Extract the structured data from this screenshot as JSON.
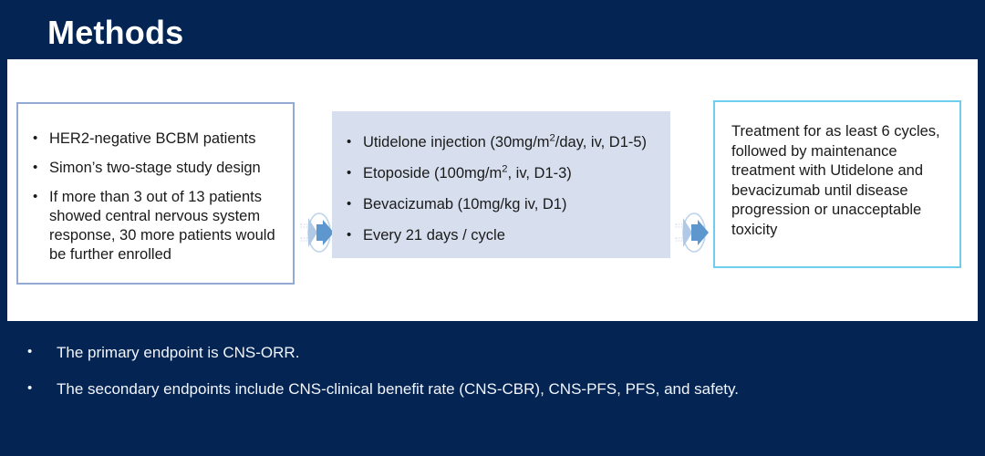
{
  "slide": {
    "title": "Methods",
    "background_color": "#042454",
    "panel_color": "#FFFFFF"
  },
  "diagram": {
    "left_box": {
      "border_color": "#93AAD4",
      "fill_color": "#FFFFFF",
      "bullets": [
        "HER2-negative BCBM patients",
        "Simon’s two-stage study design",
        "If more than 3 out of 13 patients showed central nervous system response, 30 more patients would be further enrolled"
      ]
    },
    "middle_box": {
      "fill_color": "#D7DFEE",
      "bullets": [
        {
          "prefix": "Utidelone injection (30mg/m",
          "sup": "2",
          "suffix": "/day, iv, D1-5)"
        },
        {
          "prefix": "Etoposide (100mg/m",
          "sup": "2",
          "suffix": ", iv, D1-3)"
        },
        {
          "prefix": "Bevacizumab (10mg/kg iv, D1)",
          "sup": "",
          "suffix": ""
        },
        {
          "prefix": "Every 21 days / cycle",
          "sup": "",
          "suffix": ""
        }
      ]
    },
    "right_box": {
      "border_color": "#6FCDEE",
      "fill_color": "#FFFFFF",
      "text": "Treatment for as least 6 cycles, followed by maintenance treatment with Utidelone and bevacizumab until disease progression or unacceptable toxicity"
    },
    "arrows": [
      {
        "name": "arrow-left-to-middle",
        "direction": "right"
      },
      {
        "name": "arrow-middle-to-right",
        "direction": "right"
      }
    ]
  },
  "endpoints": {
    "items": [
      "The primary endpoint is CNS-ORR.",
      "The secondary endpoints include CNS-clinical benefit rate (CNS-CBR), CNS-PFS, PFS, and safety."
    ]
  }
}
